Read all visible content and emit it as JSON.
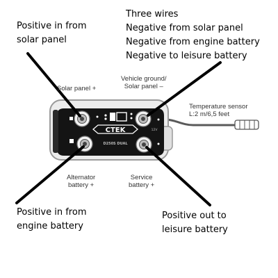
{
  "annotations": {
    "solar_positive": [
      "Positive in from",
      "solar panel"
    ],
    "three_wires": [
      "Three wires",
      "Negative from solar panel",
      "Negative from engine battery",
      "Negative to leisure battery"
    ],
    "engine_positive": [
      "Positive in from",
      "engine battery"
    ],
    "leisure_positive": [
      "Positive out to",
      "leisure battery"
    ]
  },
  "device_labels": {
    "solar_panel_plus": "Solar panel +",
    "vehicle_ground": [
      "Vehicle ground/",
      "Solar panel –"
    ],
    "temperature_sensor": [
      "Temperature sensor",
      "L:2 m/6,5 feet"
    ],
    "alternator_battery": [
      "Alternator",
      "battery +"
    ],
    "service_battery": [
      "Service",
      "battery +"
    ],
    "brand": "CTEK",
    "model": "D250S DUAL",
    "rating": "12V"
  },
  "colors": {
    "device_body": "#ececec",
    "device_outline": "#9a9a9a",
    "panel_face": "#141414",
    "terminal_ring": "#f2f2f2",
    "pointer_line": "#000000",
    "annotation_text": "#000000"
  }
}
